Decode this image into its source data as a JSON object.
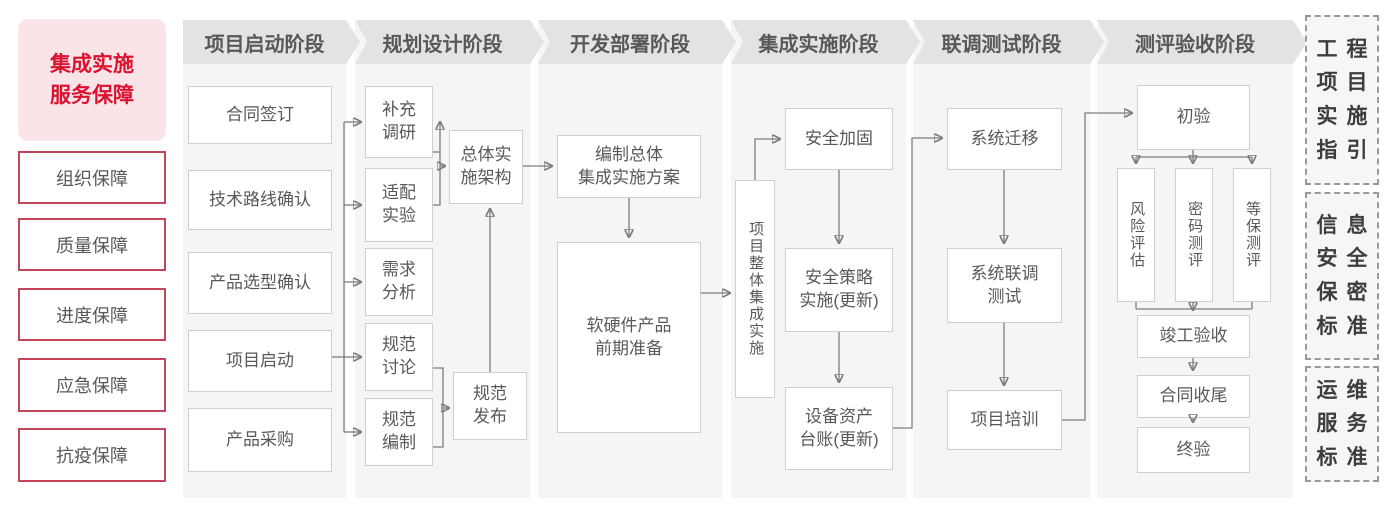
{
  "colors": {
    "accent_red": "#c4455a",
    "title_red": "#dc1330",
    "title_pink_bg": "#fae4e8",
    "panel_gray": "#f5f5f5",
    "header_gray": "#e3e3e4",
    "box_border_gray": "#cfcfcf",
    "text_gray": "#595959",
    "connector_gray": "#7d7d7d"
  },
  "sidebar": {
    "title": "集成实施\n服务保障",
    "items": [
      "组织保障",
      "质量保障",
      "进度保障",
      "应急保障",
      "抗疫保障"
    ]
  },
  "phases": [
    {
      "label": "项目启动阶段",
      "boxes": [
        "合同签订",
        "技术路线确认",
        "产品选型确认",
        "项目启动",
        "产品采购"
      ]
    },
    {
      "label": "规划设计阶段",
      "boxes": [
        "补充\n调研",
        "适配\n实验",
        "需求\n分析",
        "规范\n讨论",
        "规范\n编制",
        "总体实\n施架构",
        "规范\n发布"
      ]
    },
    {
      "label": "开发部署阶段",
      "boxes": [
        "编制总体\n集成实施方案",
        "软硬件产品\n前期准备"
      ]
    },
    {
      "label": "集成实施阶段",
      "boxes": [
        "项目整体集成实施",
        "安全加固",
        "安全策略\n实施(更新)",
        "设备资产\n台账(更新)"
      ]
    },
    {
      "label": "联调测试阶段",
      "boxes": [
        "系统迁移",
        "系统联调\n测试",
        "项目培训"
      ]
    },
    {
      "label": "测评验收阶段",
      "boxes": [
        "初验",
        "风险评估",
        "密码测评",
        "等保测评",
        "竣工验收",
        "合同收尾",
        "终验"
      ]
    }
  ],
  "standards": [
    "工程\n项目\n实施\n指引",
    "信息\n安全\n保密\n标准",
    "运维\n服务\n标准"
  ]
}
